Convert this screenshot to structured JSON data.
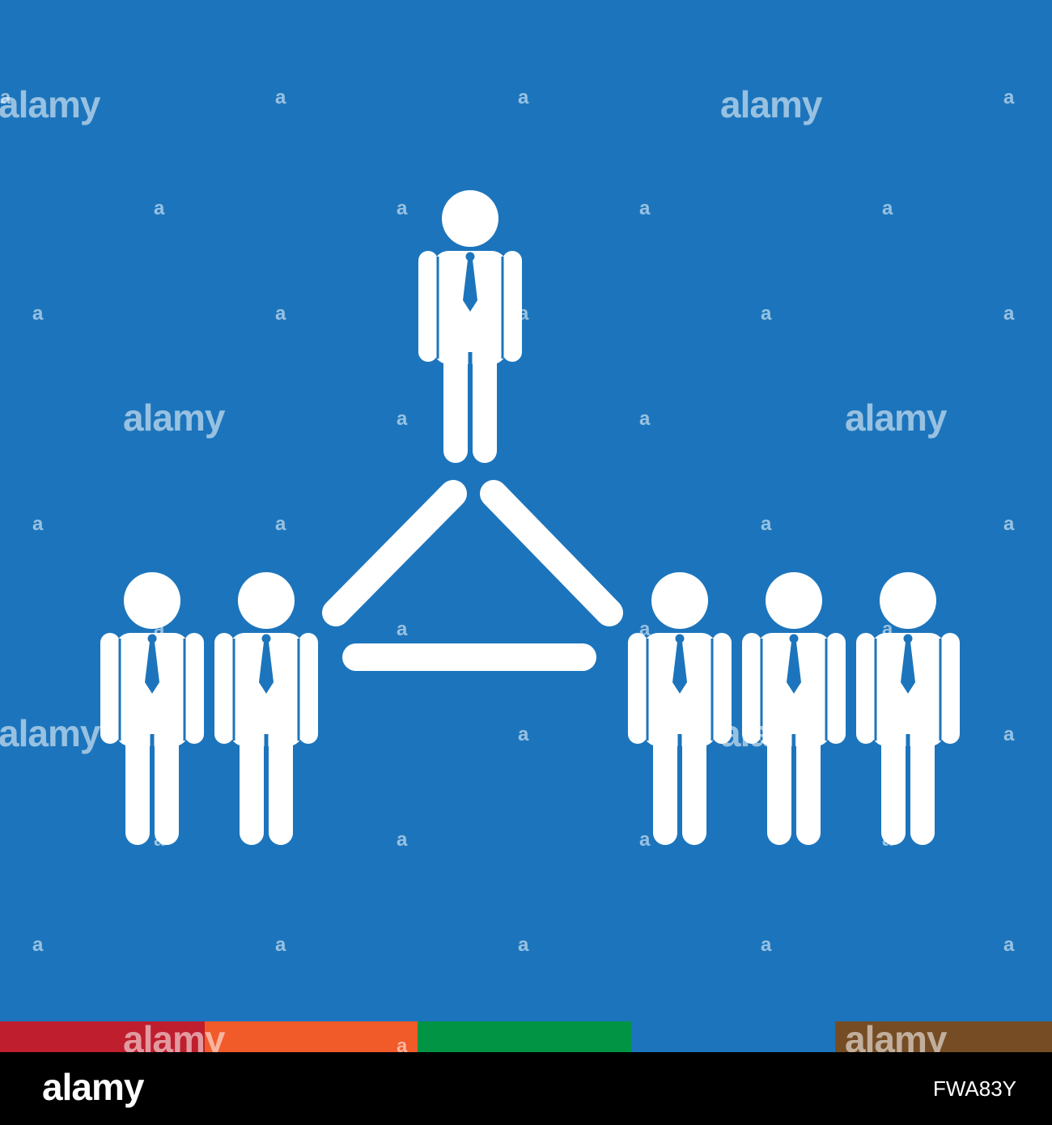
{
  "watermark": {
    "word": "alamy",
    "letter": "a"
  },
  "colors": {
    "background": "#1c75bc",
    "figure": "#ffffff",
    "tie": "#1c75bc",
    "stripes": [
      "#be1e2d",
      "#f15a29",
      "#009444",
      "#1c75bc",
      "#754c24"
    ]
  },
  "icons": [
    "businessman-icon",
    "connection-triangle-icon"
  ],
  "footer": {
    "logo": "alamy",
    "image_id": "FWA83Y"
  }
}
